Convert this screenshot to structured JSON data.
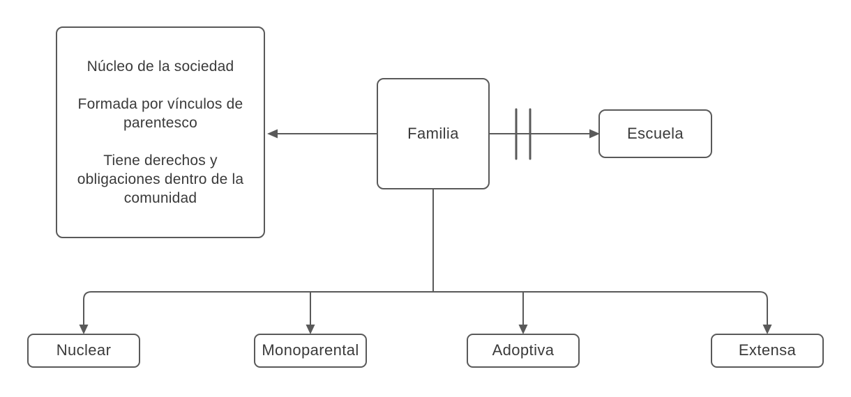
{
  "diagram": {
    "description_box": {
      "paragraphs": [
        "Núcleo de la sociedad",
        "Formada por vínculos de parentesco",
        "Tiene derechos y obligaciones dentro de la comunidad"
      ]
    },
    "root_node": {
      "label": "Familia"
    },
    "school_node": {
      "label": "Escuela"
    },
    "family_types": [
      {
        "label": "Nuclear"
      },
      {
        "label": "Monoparental"
      },
      {
        "label": "Adoptiva"
      },
      {
        "label": "Extensa"
      }
    ],
    "colors": {
      "border": "#595959",
      "connector": "#595959",
      "text": "#3a3a3a",
      "background": "#ffffff"
    }
  }
}
